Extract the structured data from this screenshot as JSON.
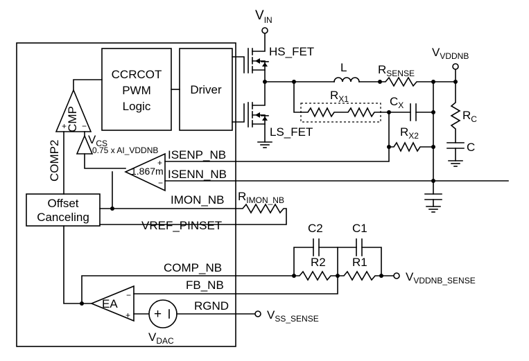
{
  "blocks": {
    "pwm": [
      "CCRCOT",
      "PWM",
      "Logic"
    ],
    "driver": "Driver",
    "offset": [
      "Offset",
      "Canceling"
    ],
    "cmp": "CMP",
    "ea": "EA",
    "cs_amp_gain": "1.867m"
  },
  "pins": {
    "isenp": "ISENP_NB",
    "isenn": "ISENN_NB",
    "imon": "IMON_NB",
    "vref": "VREF_PINSET",
    "comp": "COMP_NB",
    "fb": "FB_NB",
    "rgnd": "RGND"
  },
  "nets": {
    "vin": {
      "main": "V",
      "sub": "IN"
    },
    "vout": {
      "main": "V",
      "sub": "VDDNB"
    },
    "vcs": {
      "main": "V",
      "sub": "CS"
    },
    "vcs_expr": "0.75 x AI_VDDNB",
    "vdac": {
      "main": "V",
      "sub": "DAC"
    },
    "vsense": {
      "main": "V",
      "sub": "VDDNB_SENSE"
    },
    "vss": {
      "main": "V",
      "sub": "SS_SENSE"
    },
    "comp2": "COMP2"
  },
  "components": {
    "hs_fet": "HS_FET",
    "ls_fet": "LS_FET",
    "l": "L",
    "rsense": {
      "main": "R",
      "sub": "SENSE"
    },
    "rx1": {
      "main": "R",
      "sub": "X1"
    },
    "rx2": {
      "main": "R",
      "sub": "X2"
    },
    "cx": {
      "main": "C",
      "sub": "X"
    },
    "rc": {
      "main": "R",
      "sub": "C"
    },
    "c": "C",
    "rimon": {
      "main": "R",
      "sub": "IMON_NB"
    },
    "c1": "C1",
    "c2": "C2",
    "r1": "R1",
    "r2": "R2"
  },
  "signs": {
    "plus": "+",
    "minus": "−"
  }
}
